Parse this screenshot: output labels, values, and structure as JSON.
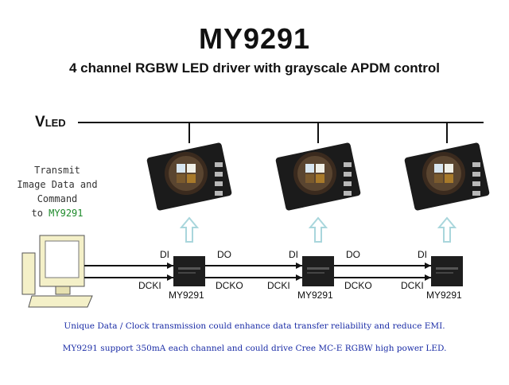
{
  "title": "MY9291",
  "subtitle": "4 channel RGBW LED driver with grayscale APDM control",
  "vled": {
    "main": "V",
    "sub": "LED"
  },
  "transmit": {
    "line1": "Transmit",
    "line2": "Image Data and",
    "line3": "Command",
    "line4_prefix": "to ",
    "line4_chip": "MY9291"
  },
  "chips": [
    {
      "name": "MY9291",
      "in_data": "DI",
      "in_clock": "DCKI",
      "out_data": "DO",
      "out_clock": "DCKO"
    },
    {
      "name": "MY9291",
      "in_data": "DI",
      "in_clock": "DCKI",
      "out_data": "DO",
      "out_clock": "DCKO"
    },
    {
      "name": "MY9291",
      "in_data": "DI",
      "in_clock": "DCKI"
    }
  ],
  "notes": [
    "Unique Data / Clock transmission could enhance data transfer reliability and reduce EMI.",
    "MY9291 support 350mA each channel and could drive Cree MC-E RGBW high power LED."
  ],
  "colors": {
    "note_text": "#1a2ca6",
    "transmit_chip": "#1d8a2a",
    "arrow": "#a9d6dc",
    "computer": "#f4f0c8",
    "led_body": "#1b1b1b"
  }
}
